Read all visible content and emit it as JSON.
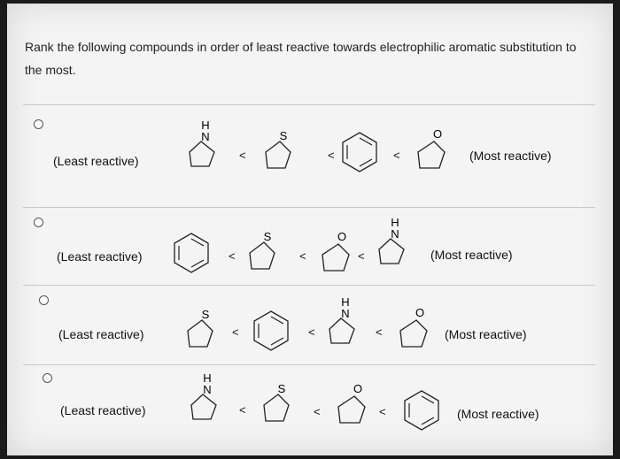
{
  "question": {
    "text": "Rank the following compounds in order of least reactive towards electrophilic aromatic substitution to the most."
  },
  "labels": {
    "least": "(Least reactive)",
    "most": "(Most reactive)",
    "less_than": "<"
  },
  "heteroatoms": {
    "pyrrole_h": "H",
    "pyrrole_n": "N",
    "thiophene": "S",
    "furan": "O"
  },
  "options": [
    {
      "order": [
        "pyrrole",
        "thiophene",
        "benzene",
        "furan"
      ]
    },
    {
      "order": [
        "benzene",
        "thiophene",
        "furan",
        "pyrrole"
      ]
    },
    {
      "order": [
        "thiophene",
        "benzene",
        "pyrrole",
        "furan"
      ]
    },
    {
      "order": [
        "pyrrole",
        "thiophene",
        "furan",
        "benzene"
      ]
    }
  ]
}
